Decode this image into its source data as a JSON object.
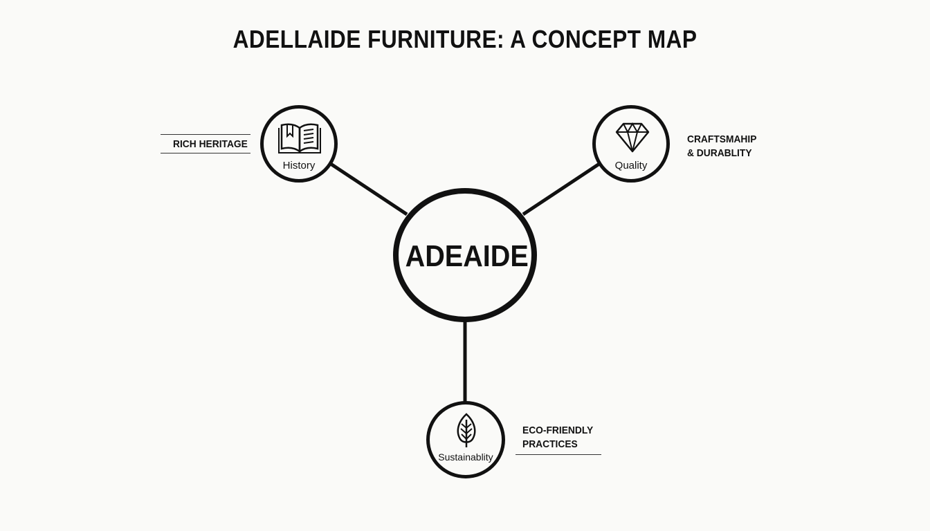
{
  "title": "ADELLAIDE FURNITURE: A CONCEPT MAP",
  "center": {
    "label": "ADEAIDE"
  },
  "nodes": {
    "history": {
      "label": "History",
      "icon": "open-book-icon",
      "note": "RICH HERITAGE"
    },
    "quality": {
      "label": "Quality",
      "icon": "diamond-icon",
      "note_line1": "CRAFTSMAHIP",
      "note_line2": "& DURABLITY"
    },
    "sustainability": {
      "label": "Sustainablity",
      "icon": "leaf-icon",
      "note_line1": "ECO-FRIENDLY",
      "note_line2": "PRACTICES"
    }
  },
  "colors": {
    "ink": "#111111",
    "background": "#fafaf8"
  }
}
